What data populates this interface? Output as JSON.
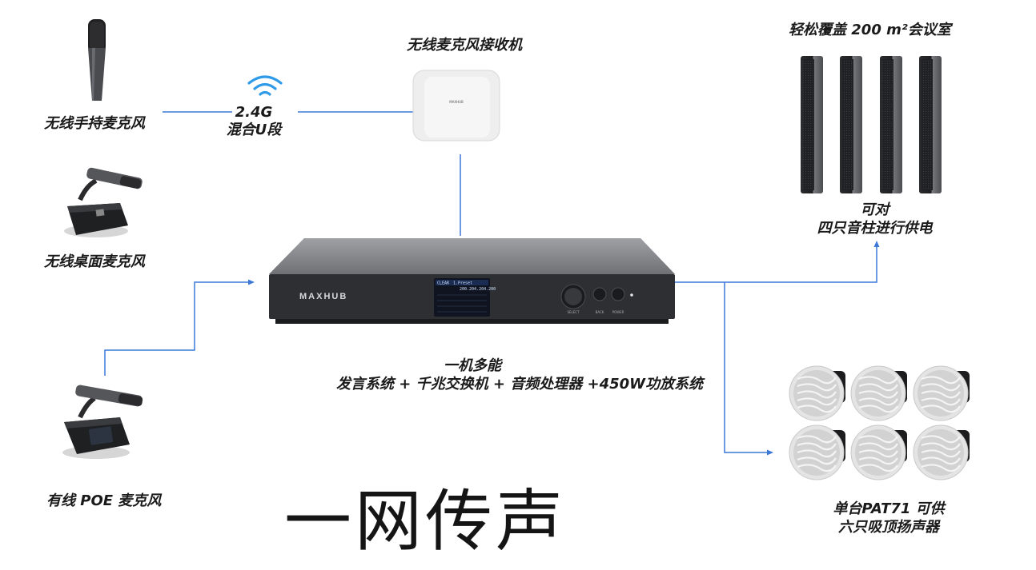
{
  "labels": {
    "handheld_mic": "无线手持麦克风",
    "desktop_mic": "无线桌面麦克风",
    "poe_mic": "有线 POE 麦克风",
    "receiver": "无线麦克风接收机",
    "wifi_band_line1": "2.4G",
    "wifi_band_line2": "混合U段",
    "coverage": "轻松覆盖 200 m²会议室",
    "column_power_line1": "可对",
    "column_power_line2": "四只音柱进行供电",
    "ceiling_power_line1": "单台PAT71 可供",
    "ceiling_power_line2": "六只吸顶扬声器",
    "feature_title": "一机多能",
    "feature_desc": "发言系统 + 千兆交换机 + 音频处理器 +450W功放系统",
    "slogan": "一网传声"
  },
  "device": {
    "brand": "MAXHUB",
    "button_select": "SELECT",
    "button_back": "BACK",
    "button_power": "POWER",
    "screen_header": "CLEAR",
    "screen_preset": "1.Preset",
    "screen_ip": "200.204.204.200"
  },
  "receiver_brand": "MAXHUB",
  "colors": {
    "wire": "#3b78d8",
    "wifi": "#2f9be8"
  }
}
